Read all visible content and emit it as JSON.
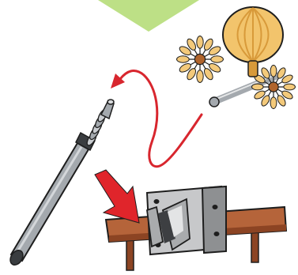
{
  "diagram": {
    "colors": {
      "background": "#ffffff",
      "top_indicator": "#bde086",
      "flow_arrow": "#d8262e",
      "pointer_arrow": "#e0252b",
      "tool_shaft": "#a4a9ae",
      "tool_dark": "#3a3d40",
      "ball_fill": "#f2c46c",
      "ball_shade": "#d89a3a",
      "flower_petal": "#f3c97a",
      "flower_center": "#b0642c",
      "bench_wood": "#b5643a",
      "bench_dark": "#8c4423",
      "clamp_metal": "#c7c8ca",
      "clamp_dark": "#8e9092",
      "outline": "#1e1e1e"
    },
    "parts": [
      {
        "name": "top-indicator-triangle",
        "icon": "triangle-down"
      },
      {
        "name": "spinner-assembly",
        "icon": "pom-pom-wheels"
      },
      {
        "name": "curved-flow-arrow",
        "icon": "curved-arrow"
      },
      {
        "name": "cylindrical-tool",
        "icon": "tapered-rod"
      },
      {
        "name": "red-pointer-arrow",
        "icon": "arrow-right-down"
      },
      {
        "name": "bench-vise",
        "icon": "vise-on-workbench"
      }
    ]
  }
}
